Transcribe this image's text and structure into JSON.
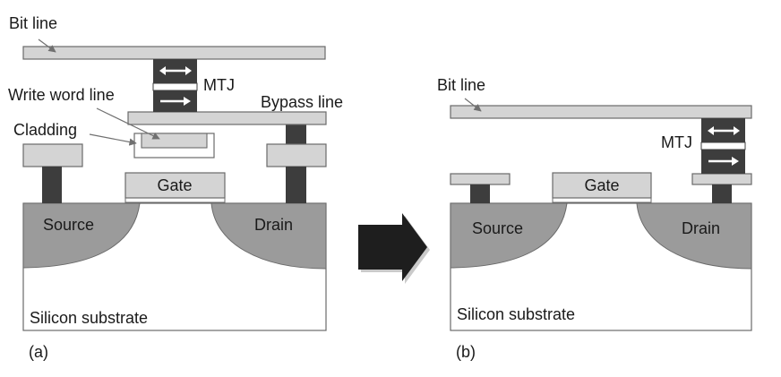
{
  "colors": {
    "bar_fill": "#d4d4d4",
    "bar_stroke": "#6a6a6a",
    "dark_fill": "#3d3d3d",
    "region_fill": "#9b9b9b",
    "substrate_fill": "#ffffff",
    "arrow_fill": "#1e1e1e"
  },
  "panel_a": {
    "bit_line": "Bit line",
    "mtj": "MTJ",
    "write_word_line": "Write word line",
    "bypass_line": "Bypass line",
    "cladding": "Cladding",
    "gate": "Gate",
    "source": "Source",
    "drain": "Drain",
    "substrate": "Silicon substrate",
    "panel_label": "(a)"
  },
  "panel_b": {
    "bit_line": "Bit line",
    "mtj": "MTJ",
    "gate": "Gate",
    "source": "Source",
    "drain": "Drain",
    "substrate": "Silicon substrate",
    "panel_label": "(b)"
  },
  "icons": {
    "transition_arrow": "right-arrow-icon",
    "mtj_arrow": "double-arrow-icon",
    "pointer": "leader-line-icon"
  }
}
